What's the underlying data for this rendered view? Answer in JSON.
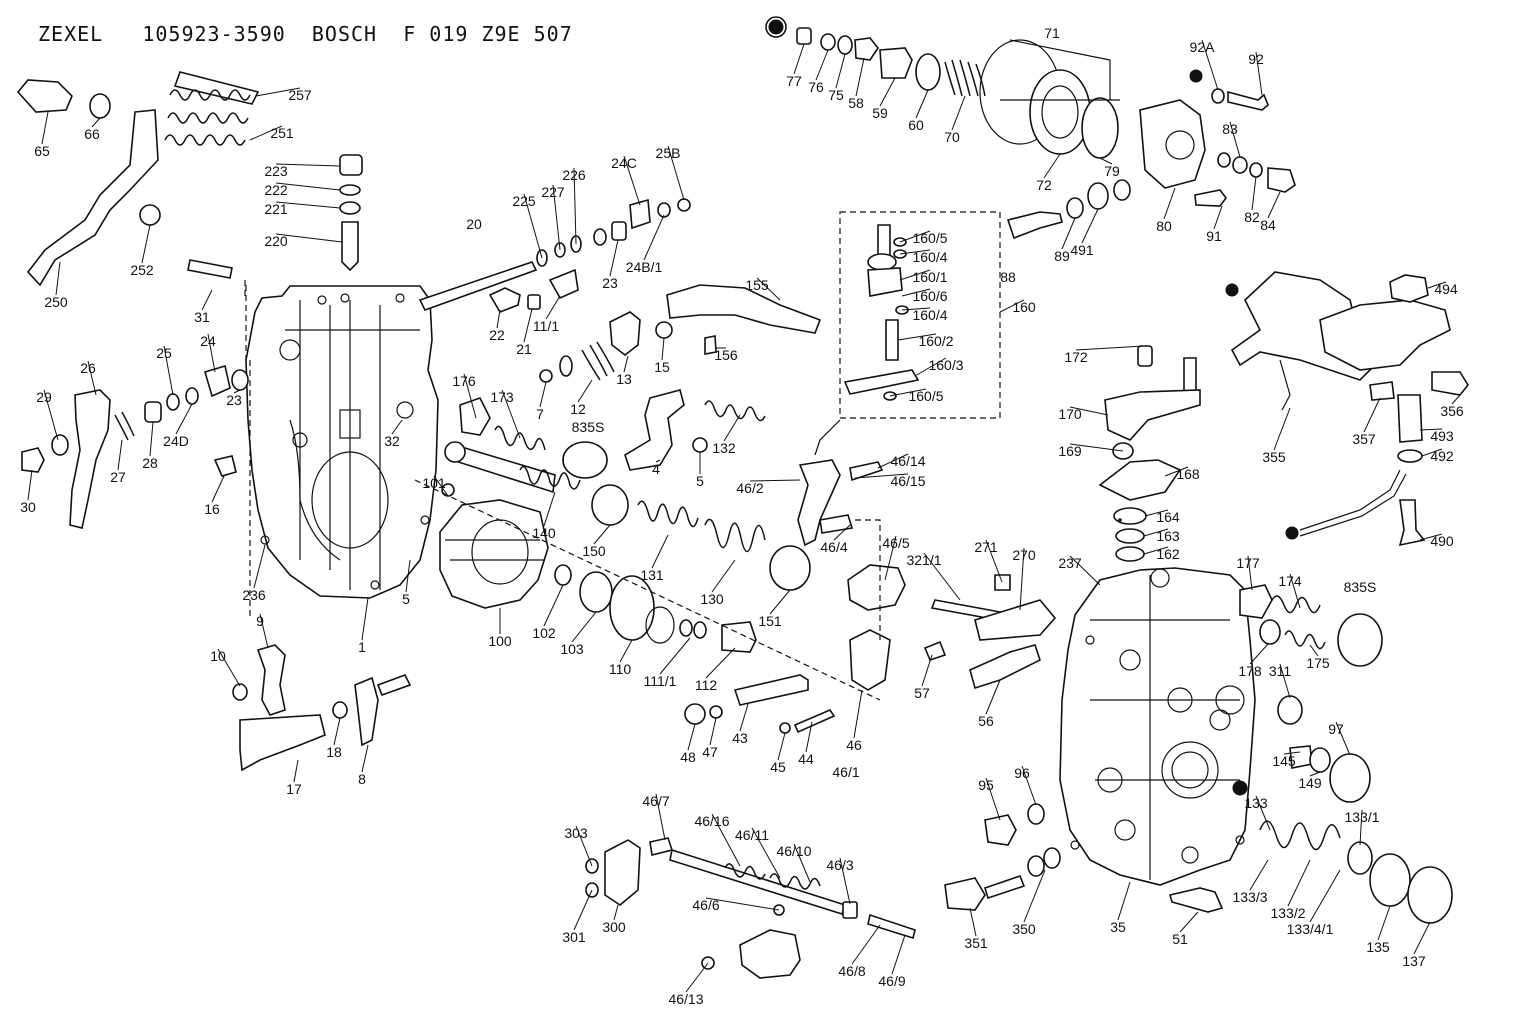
{
  "header": {
    "zexel_label": "ZEXEL",
    "zexel_number": "105923-3590",
    "bosch_label": "BOSCH",
    "bosch_number": "F 019 Z9E 507"
  },
  "labels": [
    {
      "id": "l257",
      "text": "257"
    },
    {
      "id": "l251",
      "text": "251"
    },
    {
      "id": "l65",
      "text": "65"
    },
    {
      "id": "l66",
      "text": "66"
    },
    {
      "id": "l223",
      "text": "223"
    },
    {
      "id": "l222",
      "text": "222"
    },
    {
      "id": "l221",
      "text": "221"
    },
    {
      "id": "l220",
      "text": "220"
    },
    {
      "id": "l252",
      "text": "252"
    },
    {
      "id": "l250",
      "text": "250"
    },
    {
      "id": "l31",
      "text": "31"
    },
    {
      "id": "l20",
      "text": "20"
    },
    {
      "id": "l225",
      "text": "225"
    },
    {
      "id": "l227",
      "text": "227"
    },
    {
      "id": "l226",
      "text": "226"
    },
    {
      "id": "l24C",
      "text": "24C"
    },
    {
      "id": "l25B",
      "text": "25B"
    },
    {
      "id": "l23a",
      "text": "23"
    },
    {
      "id": "l24B1",
      "text": "24B/1"
    },
    {
      "id": "l22",
      "text": "22"
    },
    {
      "id": "l21",
      "text": "21"
    },
    {
      "id": "l111",
      "text": "11/1"
    },
    {
      "id": "l155",
      "text": "155"
    },
    {
      "id": "l156",
      "text": "156"
    },
    {
      "id": "l15",
      "text": "15"
    },
    {
      "id": "l13",
      "text": "13"
    },
    {
      "id": "l12",
      "text": "12"
    },
    {
      "id": "l7",
      "text": "7"
    },
    {
      "id": "l835Sa",
      "text": "835S"
    },
    {
      "id": "l173",
      "text": "173"
    },
    {
      "id": "l176",
      "text": "176"
    },
    {
      "id": "l132",
      "text": "132"
    },
    {
      "id": "l4",
      "text": "4"
    },
    {
      "id": "l5a",
      "text": "5"
    },
    {
      "id": "l26",
      "text": "26"
    },
    {
      "id": "l29",
      "text": "29"
    },
    {
      "id": "l25",
      "text": "25"
    },
    {
      "id": "l24",
      "text": "24"
    },
    {
      "id": "l23b",
      "text": "23"
    },
    {
      "id": "l24D",
      "text": "24D"
    },
    {
      "id": "l28",
      "text": "28"
    },
    {
      "id": "l27",
      "text": "27"
    },
    {
      "id": "l30",
      "text": "30"
    },
    {
      "id": "l16",
      "text": "16"
    },
    {
      "id": "l32",
      "text": "32"
    },
    {
      "id": "l101",
      "text": "101"
    },
    {
      "id": "l140",
      "text": "140"
    },
    {
      "id": "l150",
      "text": "150"
    },
    {
      "id": "l131",
      "text": "131"
    },
    {
      "id": "l130",
      "text": "130"
    },
    {
      "id": "l151",
      "text": "151"
    },
    {
      "id": "l236",
      "text": "236"
    },
    {
      "id": "l5b",
      "text": "5"
    },
    {
      "id": "l1",
      "text": "1"
    },
    {
      "id": "l100",
      "text": "100"
    },
    {
      "id": "l102",
      "text": "102"
    },
    {
      "id": "l103",
      "text": "103"
    },
    {
      "id": "l110",
      "text": "110"
    },
    {
      "id": "l1111",
      "text": "111/1"
    },
    {
      "id": "l112",
      "text": "112"
    },
    {
      "id": "l9",
      "text": "9"
    },
    {
      "id": "l10",
      "text": "10"
    },
    {
      "id": "l18",
      "text": "18"
    },
    {
      "id": "l17",
      "text": "17"
    },
    {
      "id": "l8",
      "text": "8"
    },
    {
      "id": "l48",
      "text": "48"
    },
    {
      "id": "l47",
      "text": "47"
    },
    {
      "id": "l43",
      "text": "43"
    },
    {
      "id": "l45",
      "text": "45"
    },
    {
      "id": "l44",
      "text": "44"
    },
    {
      "id": "l46",
      "text": "46"
    },
    {
      "id": "l461",
      "text": "46/1"
    },
    {
      "id": "l462",
      "text": "46/2"
    },
    {
      "id": "l4614",
      "text": "46/14"
    },
    {
      "id": "l4615",
      "text": "46/15"
    },
    {
      "id": "l464",
      "text": "46/4"
    },
    {
      "id": "l465",
      "text": "46/5"
    },
    {
      "id": "l3211",
      "text": "321/1"
    },
    {
      "id": "l271",
      "text": "271"
    },
    {
      "id": "l270",
      "text": "270"
    },
    {
      "id": "l57",
      "text": "57"
    },
    {
      "id": "l56",
      "text": "56"
    },
    {
      "id": "l237",
      "text": "237"
    },
    {
      "id": "l1605a",
      "text": "160/5"
    },
    {
      "id": "l1604a",
      "text": "160/4"
    },
    {
      "id": "l1601",
      "text": "160/1"
    },
    {
      "id": "l1606",
      "text": "160/6"
    },
    {
      "id": "l1604b",
      "text": "160/4"
    },
    {
      "id": "l1602",
      "text": "160/2"
    },
    {
      "id": "l1603",
      "text": "160/3"
    },
    {
      "id": "l1605b",
      "text": "160/5"
    },
    {
      "id": "l88",
      "text": "88"
    },
    {
      "id": "l160",
      "text": "160"
    },
    {
      "id": "l77",
      "text": "77"
    },
    {
      "id": "l76",
      "text": "76"
    },
    {
      "id": "l75",
      "text": "75"
    },
    {
      "id": "l58",
      "text": "58"
    },
    {
      "id": "l59",
      "text": "59"
    },
    {
      "id": "l60",
      "text": "60"
    },
    {
      "id": "l70",
      "text": "70"
    },
    {
      "id": "l71",
      "text": "71"
    },
    {
      "id": "l72",
      "text": "72"
    },
    {
      "id": "l79",
      "text": "79"
    },
    {
      "id": "l92A",
      "text": "92A"
    },
    {
      "id": "l92",
      "text": "92"
    },
    {
      "id": "l83",
      "text": "83"
    },
    {
      "id": "l80",
      "text": "80"
    },
    {
      "id": "l82",
      "text": "82"
    },
    {
      "id": "l84",
      "text": "84"
    },
    {
      "id": "l91",
      "text": "91"
    },
    {
      "id": "l89",
      "text": "89"
    },
    {
      "id": "l491",
      "text": "491"
    },
    {
      "id": "l172",
      "text": "172"
    },
    {
      "id": "l170",
      "text": "170"
    },
    {
      "id": "l169",
      "text": "169"
    },
    {
      "id": "l168",
      "text": "168"
    },
    {
      "id": "l164",
      "text": "164"
    },
    {
      "id": "l163",
      "text": "163"
    },
    {
      "id": "l162",
      "text": "162"
    },
    {
      "id": "l494",
      "text": "494"
    },
    {
      "id": "l356",
      "text": "356"
    },
    {
      "id": "l357",
      "text": "357"
    },
    {
      "id": "l493",
      "text": "493"
    },
    {
      "id": "l492",
      "text": "492"
    },
    {
      "id": "l355",
      "text": "355"
    },
    {
      "id": "l490",
      "text": "490"
    },
    {
      "id": "l177",
      "text": "177"
    },
    {
      "id": "l174",
      "text": "174"
    },
    {
      "id": "l835Sb",
      "text": "835S"
    },
    {
      "id": "l178",
      "text": "178"
    },
    {
      "id": "l175",
      "text": "175"
    },
    {
      "id": "l311",
      "text": "311"
    },
    {
      "id": "l97",
      "text": "97"
    },
    {
      "id": "l145",
      "text": "145"
    },
    {
      "id": "l149",
      "text": "149"
    },
    {
      "id": "l133",
      "text": "133"
    },
    {
      "id": "l1331",
      "text": "133/1"
    },
    {
      "id": "l95",
      "text": "95"
    },
    {
      "id": "l96",
      "text": "96"
    },
    {
      "id": "l1333",
      "text": "133/3"
    },
    {
      "id": "l1332",
      "text": "133/2"
    },
    {
      "id": "l13341",
      "text": "133/4/1"
    },
    {
      "id": "l135",
      "text": "135"
    },
    {
      "id": "l137",
      "text": "137"
    },
    {
      "id": "l351",
      "text": "351"
    },
    {
      "id": "l350",
      "text": "350"
    },
    {
      "id": "l35",
      "text": "35"
    },
    {
      "id": "l51",
      "text": "51"
    },
    {
      "id": "l467",
      "text": "46/7"
    },
    {
      "id": "l4616",
      "text": "46/16"
    },
    {
      "id": "l4611",
      "text": "46/11"
    },
    {
      "id": "l4610",
      "text": "46/10"
    },
    {
      "id": "l463",
      "text": "46/3"
    },
    {
      "id": "l466",
      "text": "46/6"
    },
    {
      "id": "l468",
      "text": "46/8"
    },
    {
      "id": "l469",
      "text": "46/9"
    },
    {
      "id": "l4613",
      "text": "46/13"
    },
    {
      "id": "l303",
      "text": "303"
    },
    {
      "id": "l301",
      "text": "301"
    },
    {
      "id": "l300",
      "text": "300"
    }
  ]
}
